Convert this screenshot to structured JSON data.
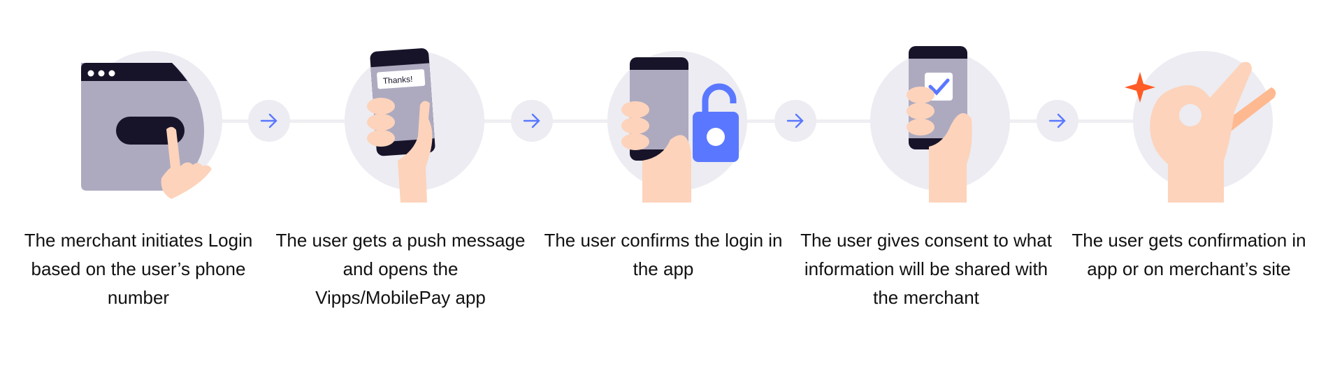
{
  "colors": {
    "accent": "#5a78ff",
    "circle": "#ececf2",
    "device": "#adaac0",
    "dark": "#17142a",
    "skin": "#fdd3bb",
    "orange": "#ff5b24"
  },
  "steps": [
    {
      "caption": "The merchant initiates Login based on the user’s phone number",
      "icon": "browser-login-icon"
    },
    {
      "caption": "The user gets a push message and opens the Vipps/MobilePay app",
      "icon": "phone-notification-icon",
      "notification": "Thanks!"
    },
    {
      "caption": "The user confirms the login in the app",
      "icon": "phone-unlock-icon"
    },
    {
      "caption": "The user gives consent to what information will be shared with the merchant",
      "icon": "phone-consent-icon"
    },
    {
      "caption": "The user gets confirmation in app or on merchant’s site",
      "icon": "ok-hand-icon"
    }
  ],
  "arrows": [
    "arrow-right-icon",
    "arrow-right-icon",
    "arrow-right-icon",
    "arrow-right-icon"
  ]
}
